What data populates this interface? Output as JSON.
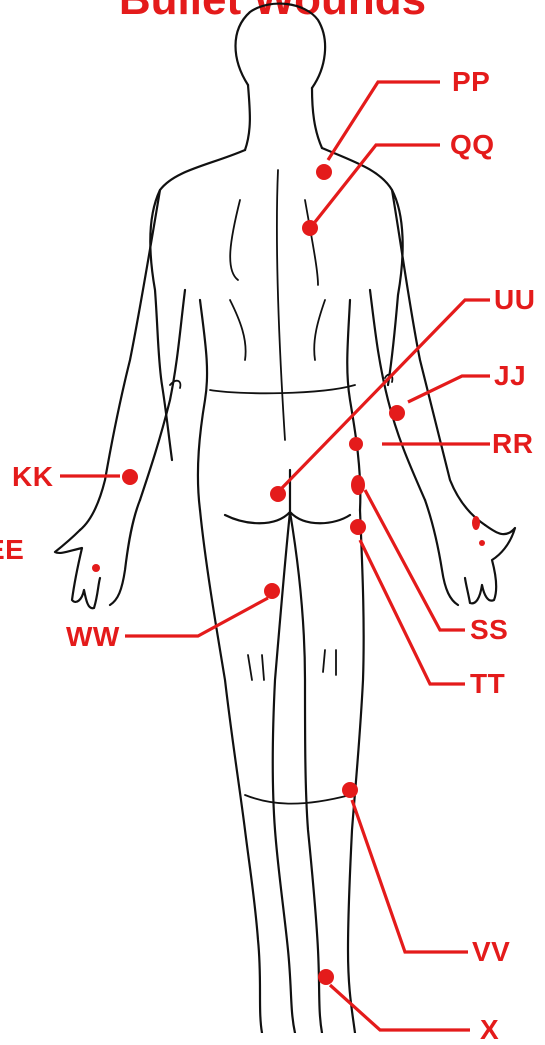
{
  "title": "Bullet Wounds",
  "colors": {
    "wound": "#e41b1b",
    "outline": "#111111"
  },
  "labels": {
    "PP": "PP",
    "QQ": "QQ",
    "UU": "UU",
    "JJ": "JJ",
    "RR": "RR",
    "KK": "KK",
    "EE": "EE",
    "WW": "WW",
    "SS": "SS",
    "TT": "TT",
    "VV": "VV",
    "X": "X"
  }
}
